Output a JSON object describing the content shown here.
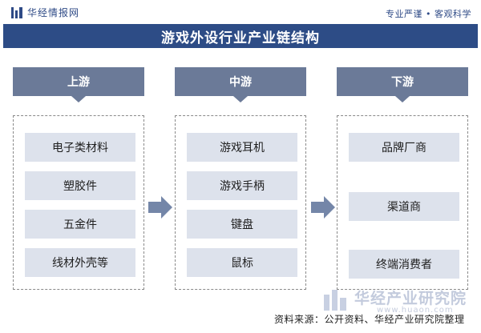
{
  "header": {
    "brand_name": "华经情报网",
    "slogan": "专业严谨 • 客观科学",
    "logo_icon": "hj-logo-icon"
  },
  "title": "游戏外设行业产业链结构",
  "stages": [
    {
      "label": "上游",
      "items": [
        "电子类材料",
        "塑胶件",
        "五金件",
        "线材外壳等"
      ]
    },
    {
      "label": "中游",
      "items": [
        "游戏耳机",
        "游戏手柄",
        "键盘",
        "鼠标"
      ]
    },
    {
      "label": "下游",
      "items": [
        "品牌厂商",
        "渠道商",
        "终端消费者"
      ]
    }
  ],
  "watermark": {
    "name": "华经产业研究院",
    "url": "www.huaon.com"
  },
  "source": "资料来源：公开资料、华经产业研究院整理",
  "colors": {
    "primary": "#2d4c86",
    "header_box": "#6b7a98",
    "item_box": "#dde2ec",
    "arrow": "#7486a8"
  }
}
